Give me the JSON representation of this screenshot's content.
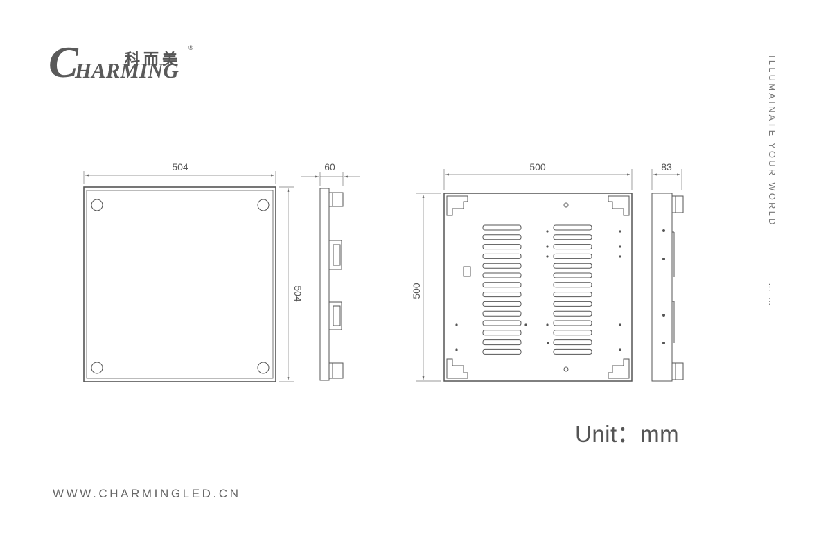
{
  "brand": {
    "logo_cn": "科而美",
    "logo_registered": "®",
    "logo_en_initial": "C",
    "logo_en_rest": "HARMING"
  },
  "slogan": "ILLUMAINATE YOUR WORLD",
  "slogan_dots": "… …",
  "dimensions": {
    "front_width": "504",
    "front_height": "504",
    "side_depth_front": "60",
    "back_width": "500",
    "back_height": "500",
    "side_depth_back": "83"
  },
  "unit_label": "Unit：mm",
  "website": "WWW.CHARMINGLED.CN",
  "colors": {
    "line": "#555555",
    "text": "#555555"
  }
}
